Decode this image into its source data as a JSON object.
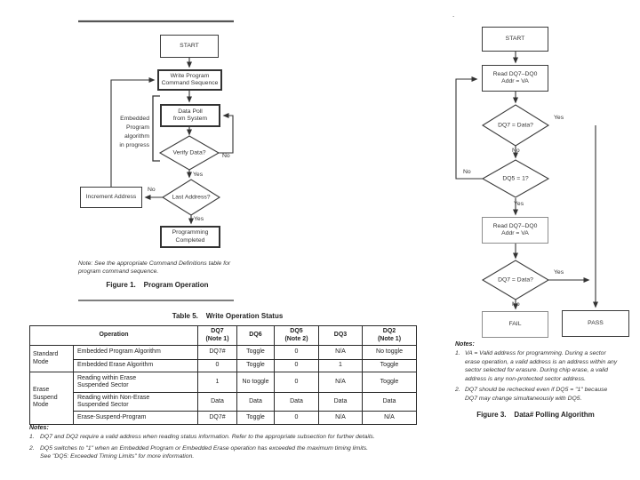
{
  "fig1": {
    "caption": "Figure 1.    Program Operation",
    "note": "Note: See the appropriate Command Definitions table for\nprogram command sequence.",
    "bracket_label": "Embedded\nProgram\nalgorithm\nin progress",
    "nodes": {
      "start": "START",
      "write_program": "Write Program\nCommand Sequence",
      "data_poll": "Data Poll\nfrom System",
      "verify_data": "Verify Data?",
      "last_address": "Last Address?",
      "increment_address": "Increment Address",
      "programming_completed": "Programming\nCompleted"
    },
    "labels": {
      "no_verify": "No",
      "yes_verify": "Yes",
      "no_last": "No",
      "yes_last": "Yes"
    }
  },
  "table5": {
    "title": "Table 5.    Write Operation Status",
    "headers": {
      "operation": "Operation",
      "dq7": "DQ7\n(Note 1)",
      "dq6": "DQ6",
      "dq5": "DQ5\n(Note 2)",
      "dq3": "DQ3",
      "dq2": "DQ2\n(Note 1)"
    },
    "modes": {
      "standard": "Standard\nMode",
      "erase_suspend": "Erase\nSuspend\nMode"
    },
    "rows": [
      {
        "op": "Embedded Program Algorithm",
        "dq7": "DQ7#",
        "dq6": "Toggle",
        "dq5": "0",
        "dq3": "N/A",
        "dq2": "No toggle"
      },
      {
        "op": "Embedded Erase Algorithm",
        "dq7": "0",
        "dq6": "Toggle",
        "dq5": "0",
        "dq3": "1",
        "dq2": "Toggle"
      },
      {
        "op": "Reading within Erase\nSuspended Sector",
        "dq7": "1",
        "dq6": "No toggle",
        "dq5": "0",
        "dq3": "N/A",
        "dq2": "Toggle"
      },
      {
        "op": "Reading within Non-Erase\nSuspended Sector",
        "dq7": "Data",
        "dq6": "Data",
        "dq5": "Data",
        "dq3": "Data",
        "dq2": "Data"
      },
      {
        "op": "Erase-Suspend-Program",
        "dq7": "DQ7#",
        "dq6": "Toggle",
        "dq5": "0",
        "dq3": "N/A",
        "dq2": "N/A"
      }
    ],
    "notes_title": "Notes:",
    "notes": [
      {
        "num": "1.",
        "text": "DQ7 and DQ2 require a valid address when reading status information. Refer to the appropriate subsection for further details."
      },
      {
        "num": "2.",
        "text": "DQ5 switches to \"1\" when an Embedded Program or Embedded Erase operation has exceeded the maximum timing limits.\nSee \"DQ5: Exceeded Timing Limits\" for more information."
      }
    ]
  },
  "fig3": {
    "caption": "Figure 3.    Data# Polling Algorithm",
    "nodes": {
      "start": "START",
      "read1": "Read DQ7–DQ0\nAddr = VA",
      "dq7_check1": "DQ7 = Data?",
      "dq5_check": "DQ5 = 1?",
      "read2": "Read DQ7–DQ0\nAddr = VA",
      "dq7_check2": "DQ7 = Data?",
      "fail": "FAIL",
      "pass": "PASS"
    },
    "labels": {
      "yes1": "Yes",
      "no1": "No",
      "no2": "No",
      "yes2": "Yes",
      "yes3": "Yes",
      "no3": "No"
    },
    "notes_title": "Notes:",
    "notes": [
      {
        "num": "1.",
        "text": "VA = Valid address for programming. During a sector\nerase operation, a valid address is an address within any\nsector selected for erasure. During chip erase, a valid\naddress is any non-protected sector address."
      },
      {
        "num": "2.",
        "text": "DQ7 should be rechecked even if DQ5 = \"1\" because\nDQ7 may change simultaneously with DQ5."
      }
    ]
  },
  "misc": {
    "stray_dot": "."
  }
}
